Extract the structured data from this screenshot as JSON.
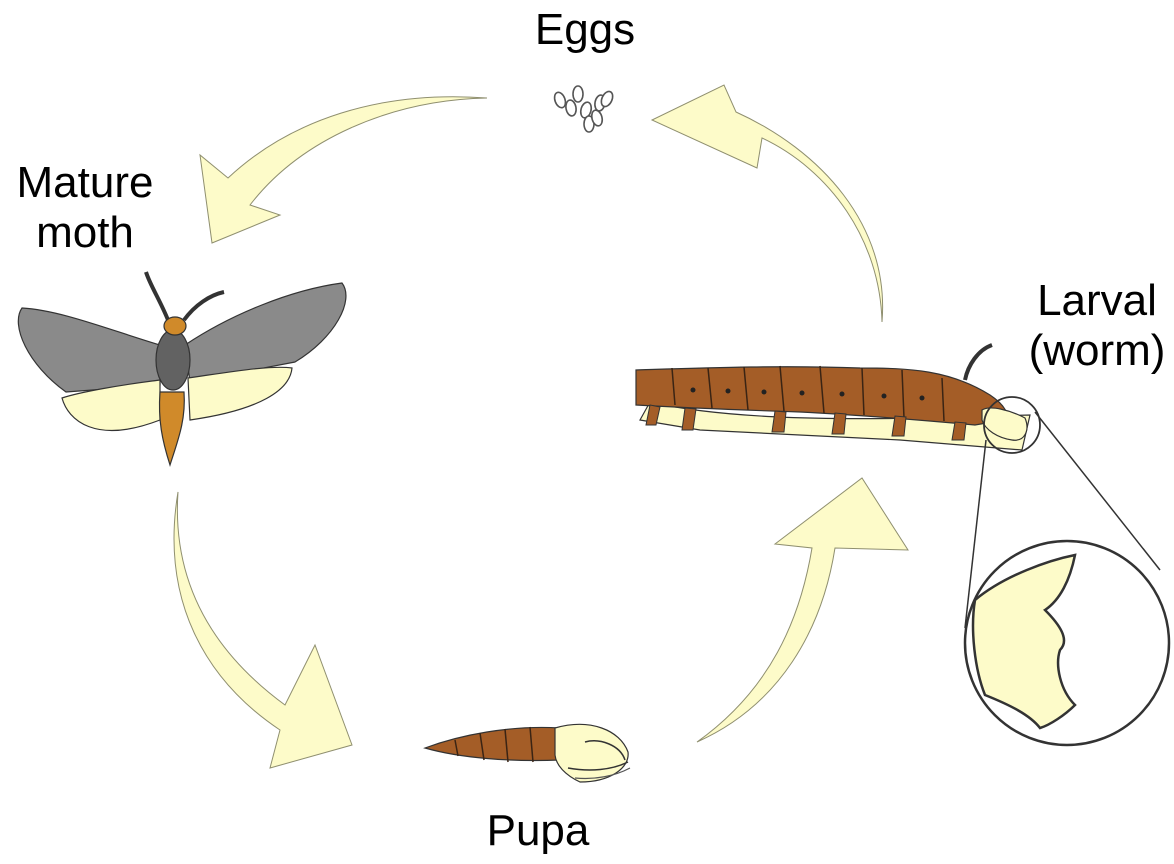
{
  "labels": {
    "eggs": "Eggs",
    "mature_moth": [
      "Mature",
      "moth"
    ],
    "larval": [
      "Larval",
      "(worm)"
    ],
    "pupa": "Pupa"
  },
  "colors": {
    "arrow_fill": "#fdfbc9",
    "arrow_stroke": "#8f8f6f",
    "wing_grey": "#8a8a8a",
    "thorax": "#626262",
    "abdomen": "#d08a2a",
    "body_brown": "#a45d27",
    "pale": "#fdfbc9"
  }
}
